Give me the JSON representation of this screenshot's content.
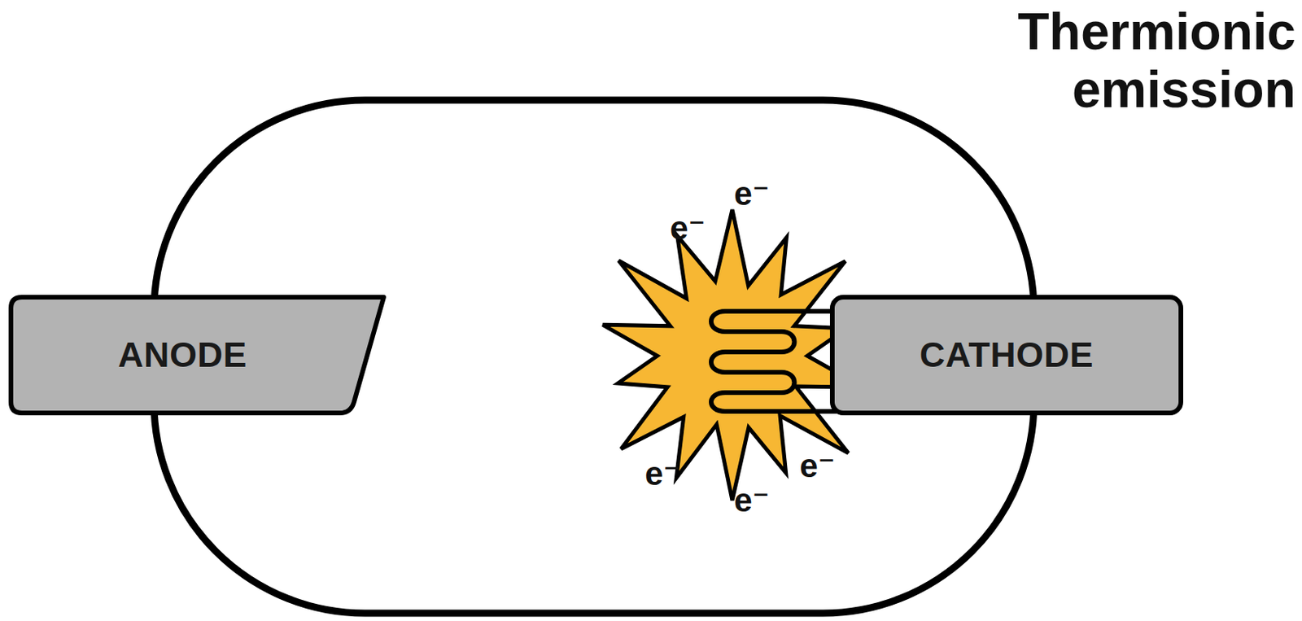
{
  "diagram": {
    "title": "Thermionic emission",
    "nodes": [
      {
        "text": [
          "ANODE"
        ]
      },
      {
        "text": [
          "CATHODE"
        ]
      }
    ],
    "edges": [],
    "labels": [
      "e⁻",
      "e⁻",
      "e⁻",
      "e⁻",
      "e⁻"
    ]
  }
}
